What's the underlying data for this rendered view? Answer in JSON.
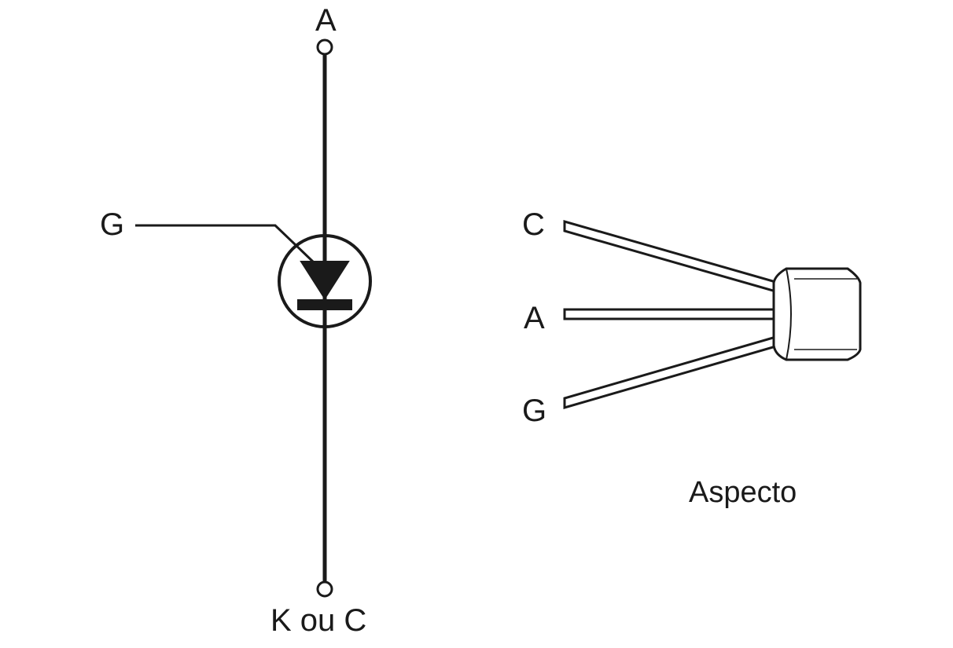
{
  "symbol": {
    "anode_label": "A",
    "gate_label": "G",
    "cathode_label": "K ou C"
  },
  "package": {
    "cathode_lead_label": "C",
    "anode_lead_label": "A",
    "gate_lead_label": "G",
    "caption": "Aspecto"
  },
  "colors": {
    "ink": "#1a1a1a",
    "background": "#ffffff"
  }
}
